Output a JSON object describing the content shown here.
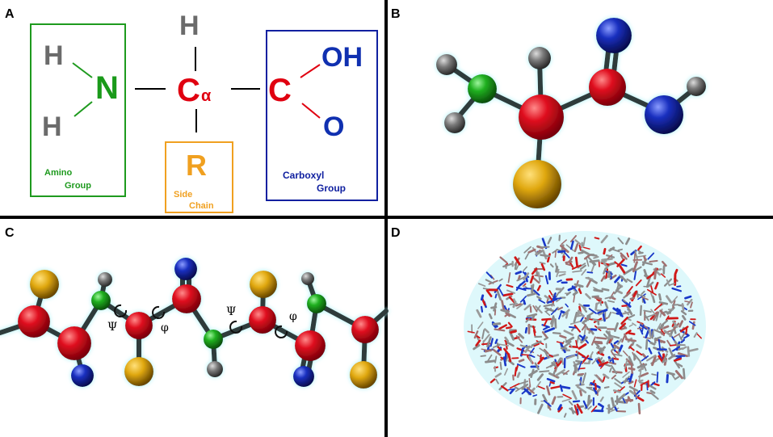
{
  "panels": {
    "a": {
      "label": "A",
      "amino": {
        "h_top": "H",
        "n": "N",
        "h_bottom": "H",
        "caption_line1": "Amino",
        "caption_line2": "Group",
        "color": "#1e9a1e"
      },
      "alpha_carbon": {
        "h": "H",
        "c": "C",
        "subscript": "α"
      },
      "side_chain": {
        "r": "R",
        "caption_line1": "Side",
        "caption_line2": "Chain",
        "color": "#f0a020"
      },
      "carboxyl": {
        "oh": "OH",
        "c": "C",
        "o": "O",
        "caption_line1": "Carboxyl",
        "caption_line2": "Group",
        "color": "#1020a0"
      }
    },
    "b": {
      "label": "B"
    },
    "c": {
      "label": "C",
      "psi": "Ψ",
      "phi": "φ"
    },
    "d": {
      "label": "D"
    }
  },
  "colors": {
    "hydrogen": "#6b6b6b",
    "nitrogen": "#1a9a1a",
    "carbon_alpha": "#e00010",
    "oxygen": "#1030b0",
    "side_chain": "#f0a020",
    "atom_red": "#d0101c",
    "atom_green": "#1aa01a",
    "atom_blue": "#1a30b0",
    "atom_gray": "#707070",
    "atom_gold": "#d8a010"
  }
}
